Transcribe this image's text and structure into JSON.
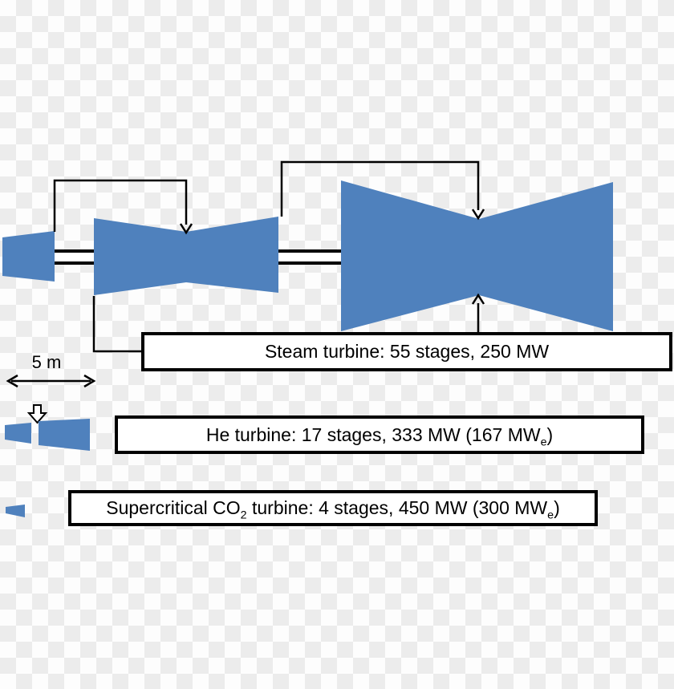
{
  "scale_bar": {
    "label": "5 m"
  },
  "boxes": {
    "steam": {
      "label": "Steam turbine: 55 stages, 250 MW"
    },
    "he": {
      "part1": "He turbine: 17 stages, 333 MW (167 MW",
      "sub": "e",
      "part2": ")"
    },
    "co2": {
      "part1": "Supercritical CO",
      "sub1": "2",
      "part2": " turbine: 4 stages, 450 MW (300 MW",
      "sub2": "e",
      "part3": ")"
    }
  },
  "colors": {
    "turbine_fill": "#4f81bd",
    "line": "#000000",
    "box_fill": "#ffffff",
    "checker_white": "#fdfdfd",
    "checker_gray": "#ececec"
  }
}
